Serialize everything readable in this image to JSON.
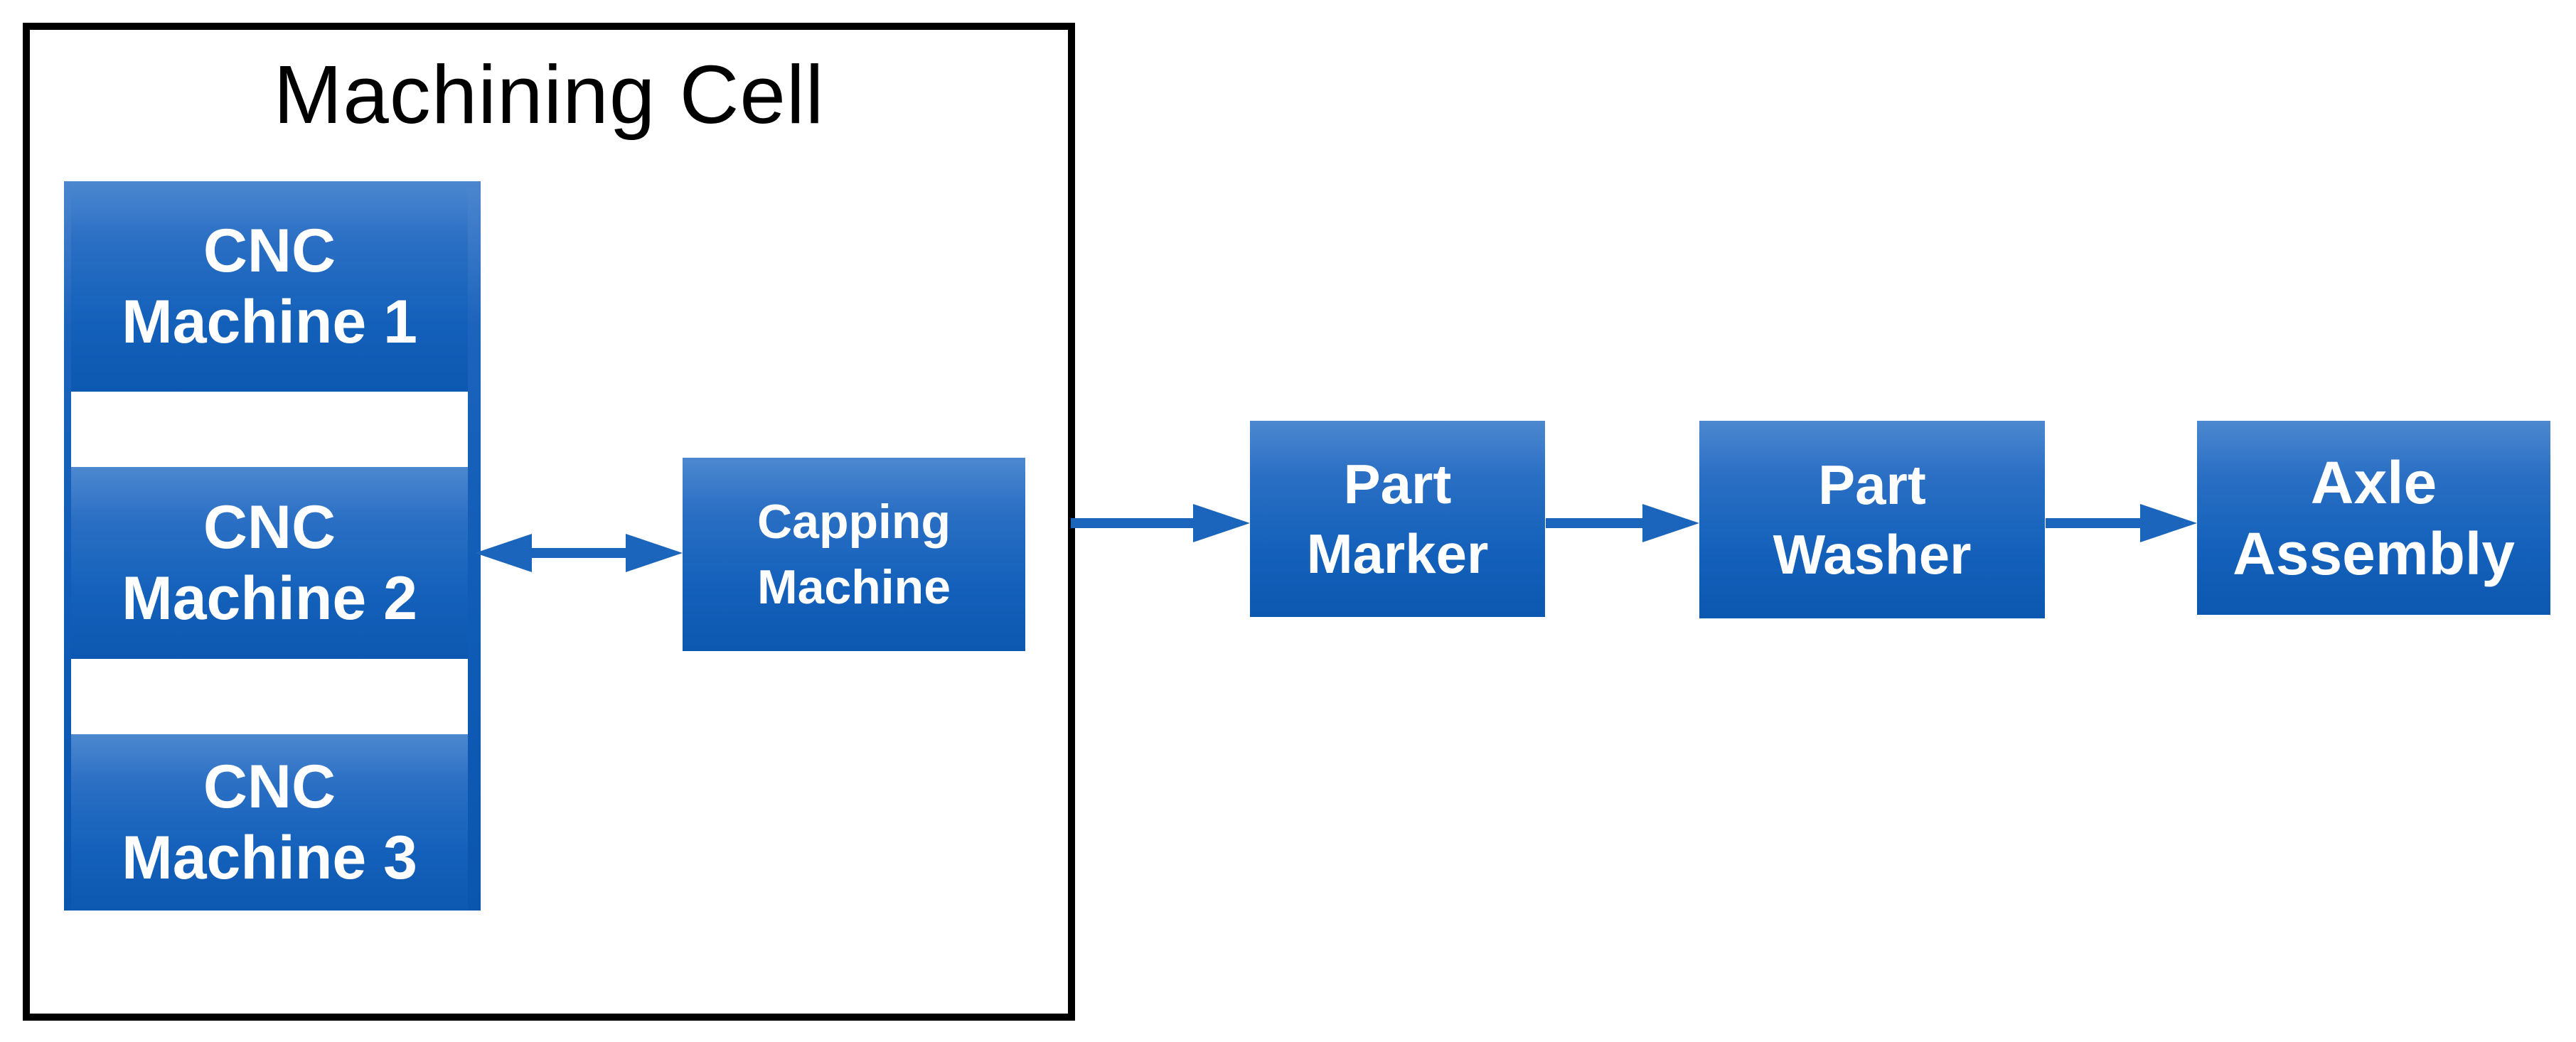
{
  "diagram": {
    "title": "Machining Cell",
    "cell": {
      "machines": [
        {
          "line1": "CNC",
          "line2": "Machine 1"
        },
        {
          "line1": "CNC",
          "line2": "Machine 2"
        },
        {
          "line1": "CNC",
          "line2": "Machine 3"
        }
      ],
      "capping": {
        "line1": "Capping",
        "line2": "Machine"
      }
    },
    "downstream": [
      {
        "line1": "Part",
        "line2": "Marker"
      },
      {
        "line1": "Part",
        "line2": "Washer"
      },
      {
        "line1": "Axle",
        "line2": "Assembly"
      }
    ],
    "connections": [
      {
        "from": "cnc-machine-2",
        "to": "capping-machine",
        "type": "bidirectional"
      },
      {
        "from": "machining-cell",
        "to": "part-marker",
        "type": "forward"
      },
      {
        "from": "part-marker",
        "to": "part-washer",
        "type": "forward"
      },
      {
        "from": "part-washer",
        "to": "axle-assembly",
        "type": "forward"
      }
    ],
    "colors": {
      "node_blue_top": "#4C87D0",
      "node_blue_mid": "#2165BD",
      "node_blue_bottom": "#0D58B0",
      "arrow_blue": "#1C65BD",
      "cell_border": "#000000",
      "label_text": "#FFFFFF",
      "title_text": "#000000",
      "background": "#FFFFFF"
    }
  }
}
